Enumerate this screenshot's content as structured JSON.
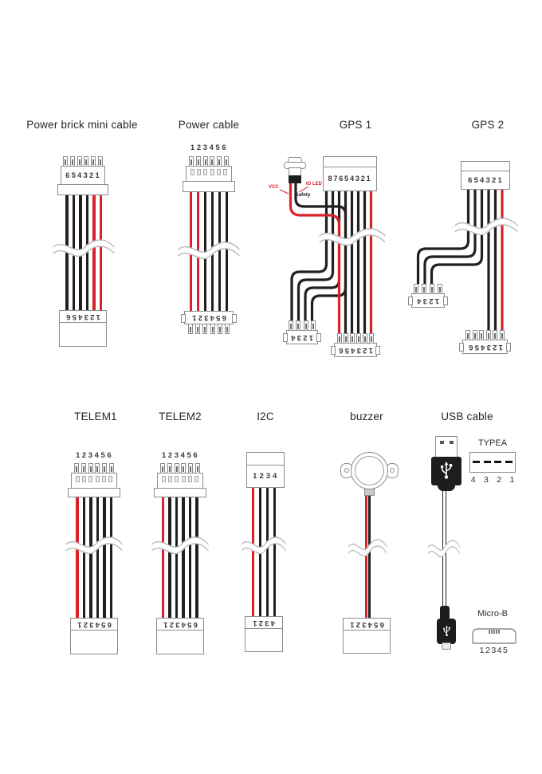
{
  "colors": {
    "wire_black": "#231f20",
    "wire_red": "#d8232a",
    "outline": "#8c8c8c"
  },
  "cables": {
    "power_brick": {
      "title": "Power brick mini cable",
      "top_pins": "654321",
      "bottom_pins": "123456"
    },
    "power_cable": {
      "title": "Power cable",
      "top_pins": "123456",
      "bottom_pins": "654321"
    },
    "gps1": {
      "title": "GPS 1",
      "top_pins": "87654321",
      "branch_pins": "1234",
      "bottom_pins": "123456",
      "vcc_label": "VCC",
      "io_led_label": "IO LED",
      "safety_label": "Safety"
    },
    "gps2": {
      "title": "GPS 2",
      "top_pins": "654321",
      "branch_pins": "1234",
      "bottom_pins": "123456"
    },
    "telem1": {
      "title": "TELEM1",
      "top_pins": "123456",
      "bottom_pins": "654321"
    },
    "telem2": {
      "title": "TELEM2",
      "top_pins": "123456",
      "bottom_pins": "654321"
    },
    "i2c": {
      "title": "I2C",
      "top_pins": "1234",
      "bottom_pins": "4321"
    },
    "buzzer": {
      "title": "buzzer",
      "bottom_pins": "654321"
    },
    "usb": {
      "title": "USB cable",
      "typea_label": "TYPEA",
      "typea_pins": "4 3 2 1",
      "microb_label": "Micro-B",
      "microb_pins": "12345"
    }
  }
}
